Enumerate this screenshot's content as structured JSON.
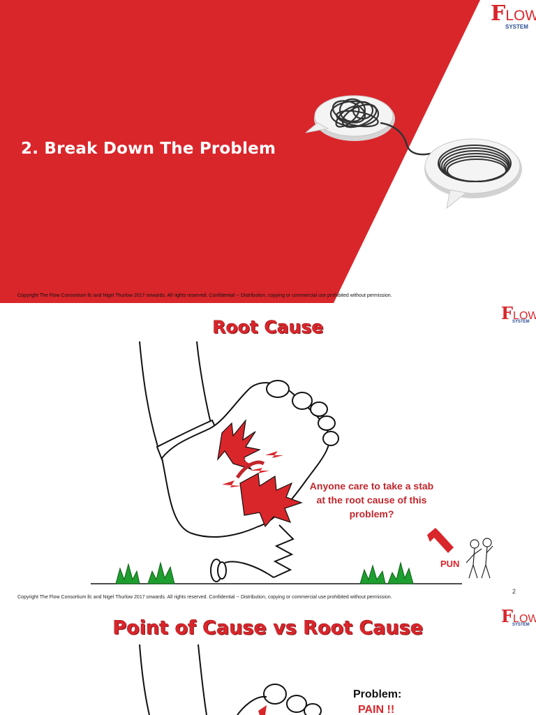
{
  "logo": {
    "f": "F",
    "low": "LOW",
    "system": "SYSTEM"
  },
  "slide1": {
    "title": "2. Break Down The Problem",
    "copyright": "Copyright The Flow Consortium llc and Nigel Thurlow 2017 onwards. All rights reserved. Confidential -- Distribution, copying or commercial use prohibited without permission."
  },
  "slide2": {
    "title": "Root Cause",
    "callout": "Anyone care to take a stab at the root cause of this problem?",
    "pun": "PUN",
    "page_number": "2",
    "copyright": "Copyright The Flow Consortium llc and Nigel Thurlow 2017 onwards. All rights reserved. Confidential -- Distribution, copying or commercial use prohibited without permission."
  },
  "slide3": {
    "title": "Point of Cause vs Root Cause",
    "problem_label": "Problem:",
    "problem_value": "PAIN !!"
  },
  "colors": {
    "brand_red": "#d9262b",
    "brand_blue": "#2b4f93"
  }
}
